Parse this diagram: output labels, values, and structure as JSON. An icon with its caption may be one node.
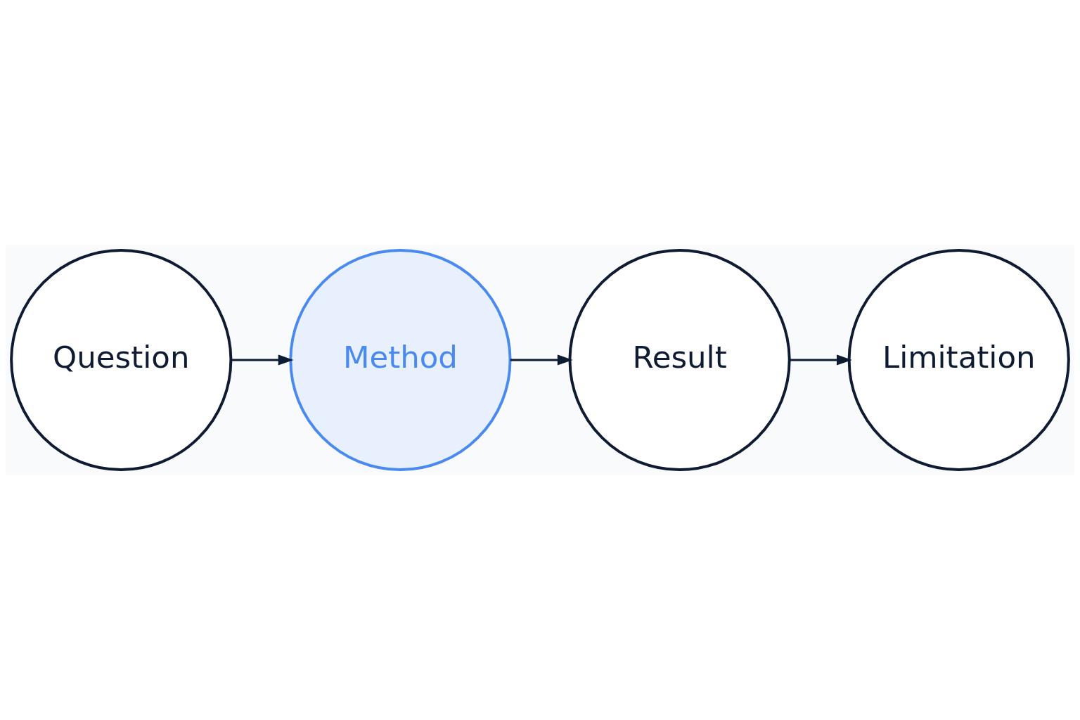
{
  "diagram": {
    "nodes": [
      {
        "text": [
          "Question"
        ]
      },
      {
        "text": [
          "Method"
        ]
      },
      {
        "text": [
          "Result"
        ]
      },
      {
        "text": [
          "Limitation"
        ]
      }
    ],
    "edges": [
      {
        "from": 0,
        "to": 1,
        "arrow": "to"
      },
      {
        "from": 1,
        "to": 2,
        "arrow": "to"
      },
      {
        "from": 2,
        "to": 3,
        "arrow": "to"
      }
    ]
  }
}
